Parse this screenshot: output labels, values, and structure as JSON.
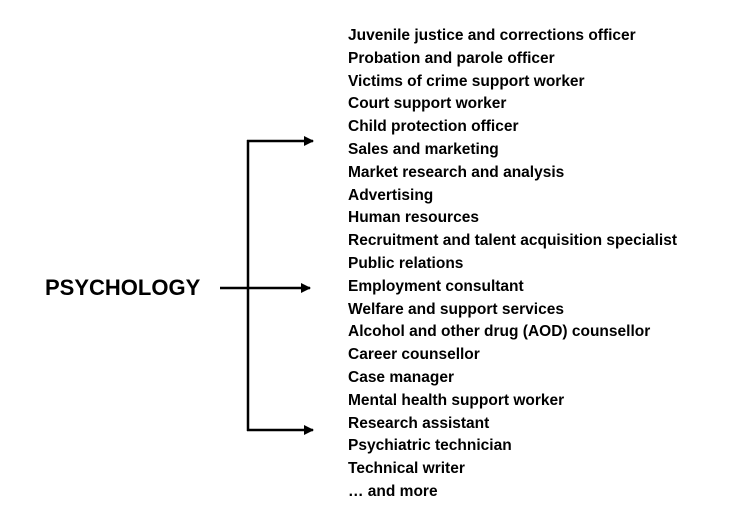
{
  "diagram": {
    "root": "PSYCHOLOGY",
    "items": [
      "Juvenile justice and corrections officer",
      "Probation and parole officer",
      "Victims of crime support worker",
      "Court support worker",
      "Child protection officer",
      "Sales and marketing",
      "Market research and analysis",
      "Advertising",
      "Human resources",
      "Recruitment and talent acquisition specialist",
      "Public relations",
      "Employment consultant",
      "Welfare and support services",
      "Alcohol and other drug (AOD) counsellor",
      "Career counsellor",
      "Case manager",
      "Mental health support worker",
      "Research assistant",
      "Psychiatric technician",
      "Technical writer",
      "… and more"
    ]
  }
}
